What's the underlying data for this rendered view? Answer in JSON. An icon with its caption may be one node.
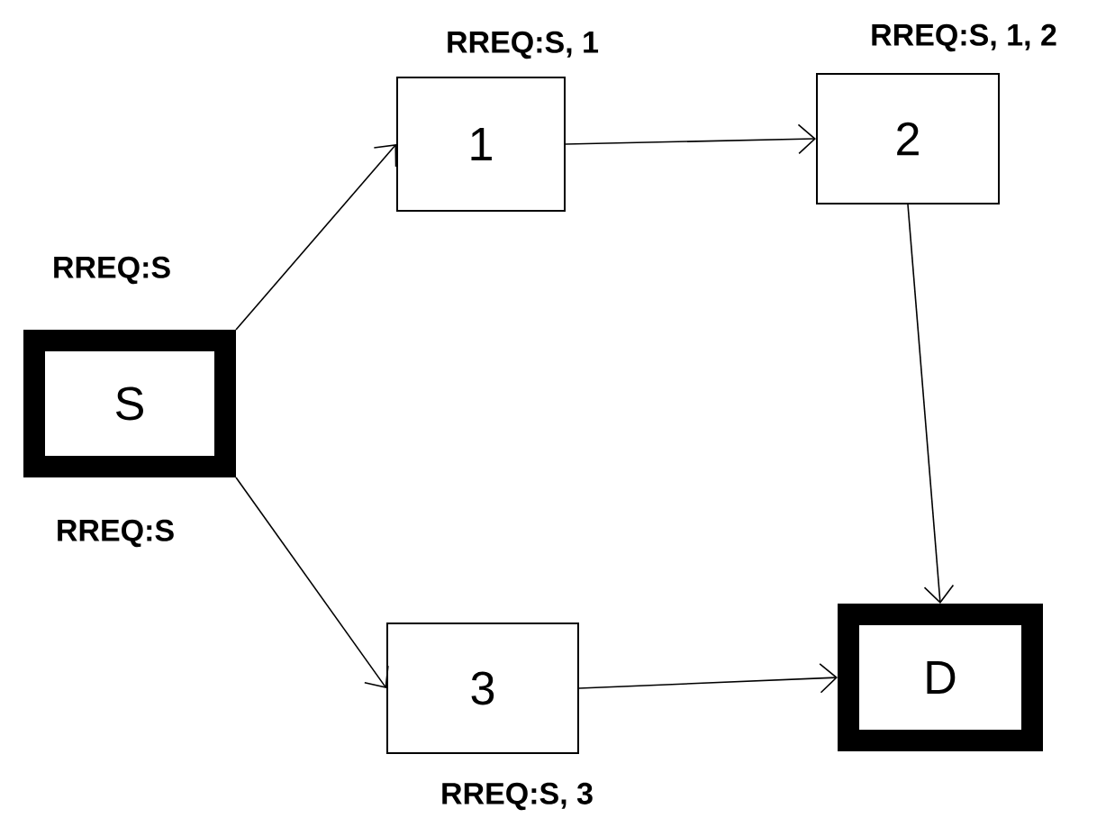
{
  "diagram": {
    "nodes": [
      {
        "text": [
          "S"
        ],
        "beside": [
          "RREQ:S",
          "RREQ:S"
        ]
      },
      {
        "text": [
          "1"
        ],
        "beside": [
          "RREQ:S, 1"
        ]
      },
      {
        "text": [
          "2"
        ],
        "beside": [
          "RREQ:S, 1, 2"
        ]
      },
      {
        "text": [
          "3"
        ],
        "beside": [
          "RREQ:S, 3"
        ]
      },
      {
        "text": [
          "D"
        ]
      }
    ],
    "edges": [
      {
        "from": 0,
        "to": 1,
        "arrow": "to"
      },
      {
        "from": 0,
        "to": 3,
        "arrow": "to"
      },
      {
        "from": 1,
        "to": 2,
        "arrow": "to"
      },
      {
        "from": 2,
        "to": 4,
        "arrow": "to"
      },
      {
        "from": 3,
        "to": 4,
        "arrow": "to"
      }
    ]
  }
}
